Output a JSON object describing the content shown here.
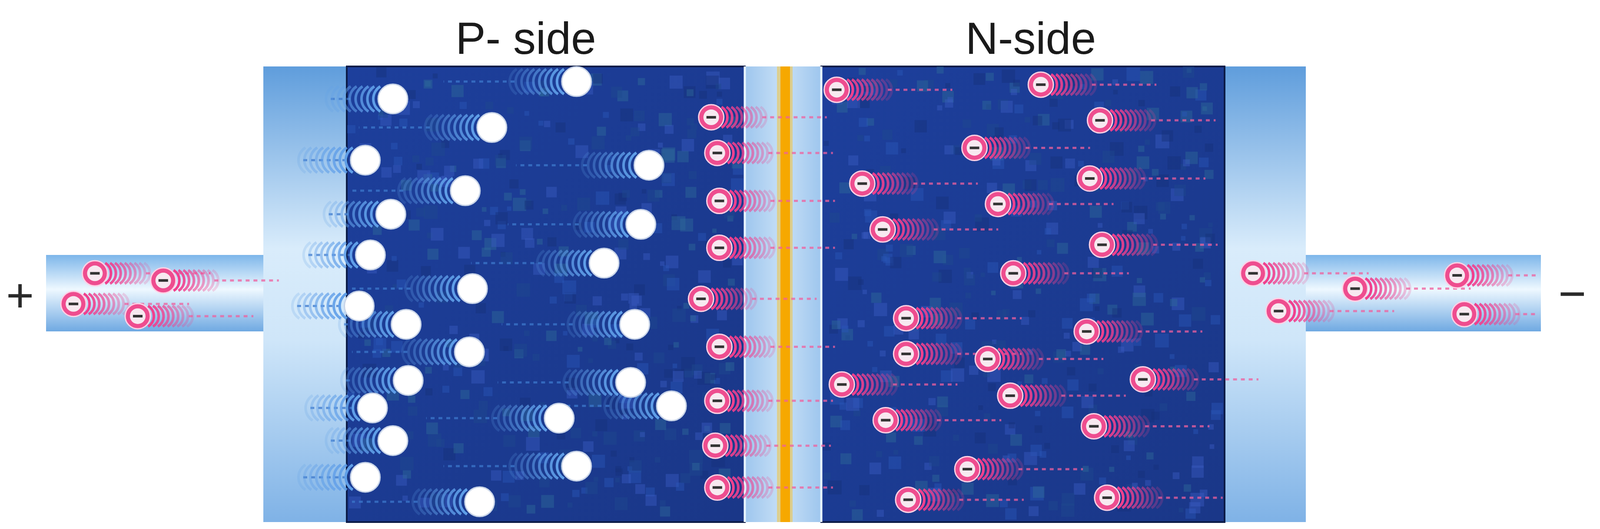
{
  "diagram": {
    "nodes": [
      {
        "text": [
          "P- side"
        ]
      },
      {
        "text": [
          "N-side"
        ]
      }
    ],
    "labels": [
      "+",
      "−"
    ]
  }
}
